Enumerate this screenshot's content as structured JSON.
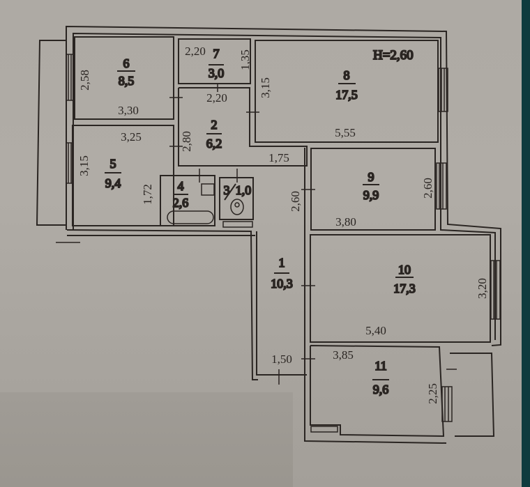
{
  "plan": {
    "ceiling_height": "H=2,60",
    "colors": {
      "paper": "#aeaaa4",
      "ink": "#2a2522",
      "edge": "#0f3b3e"
    },
    "rooms": [
      {
        "number": "1",
        "area": "10,3"
      },
      {
        "number": "2",
        "area": "6,2"
      },
      {
        "number": "3",
        "area": "1,0"
      },
      {
        "number": "4",
        "area": "2,6"
      },
      {
        "number": "5",
        "area": "9,4"
      },
      {
        "number": "6",
        "area": "8,5"
      },
      {
        "number": "7",
        "area": "3,0"
      },
      {
        "number": "8",
        "area": "17,5"
      },
      {
        "number": "9",
        "area": "9,9"
      },
      {
        "number": "10",
        "area": "17,3"
      },
      {
        "number": "11",
        "area": "9,6"
      }
    ],
    "dimensions": {
      "r6_height": "2,58",
      "r6_width": "3,30",
      "r7_width": "2,20",
      "r7_height": "1,35",
      "r2_width": "2,20",
      "r2_height": "2,80",
      "r8_height": "3,15",
      "r8_width": "5,55",
      "r5_width": "3,25",
      "r5_height": "3,15",
      "r5_inner": "1,72",
      "corridor_width": "1,75",
      "r9_left": "2,60",
      "r9_right": "2,60",
      "r9_width": "3,80",
      "r10_height": "3,20",
      "r10_width": "5,40",
      "corridor_end": "1,50",
      "r11_width": "3,85",
      "r11_height": "2,25"
    }
  }
}
